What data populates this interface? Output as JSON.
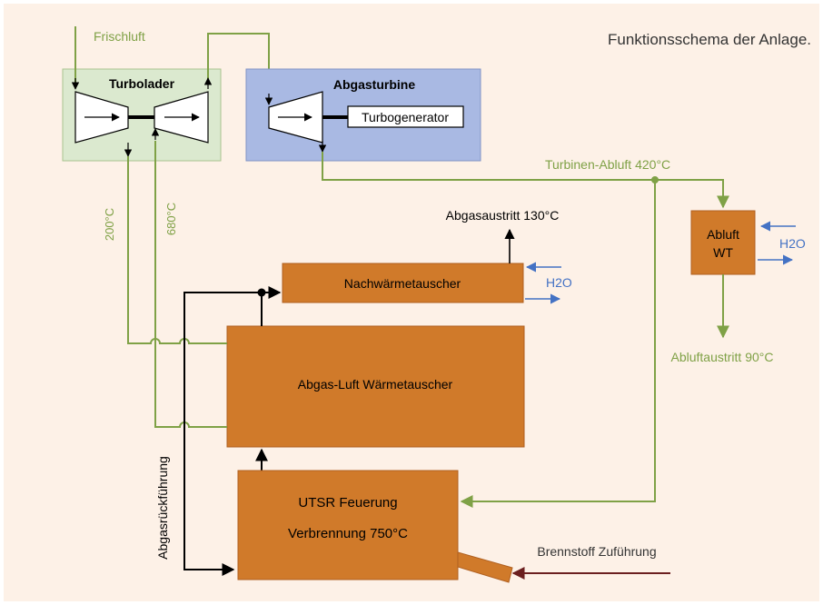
{
  "title": "Funktionsschema der Anlage.",
  "labels": {
    "frischluft": "Frischluft",
    "turbolader": "Turbolader",
    "abgasturbine": "Abgasturbine",
    "turbogenerator": "Turbogenerator",
    "turbinen_abluft": "Turbinen-Abluft 420°C",
    "abluft_wt_line1": "Abluft",
    "abluft_wt_line2": "WT",
    "h2o_right": "H2O",
    "abgasaustritt": "Abgasaustritt 130°C",
    "nachwaermetauscher": "Nachwärmetauscher",
    "h2o_mid": "H2O",
    "temp_200": "200°C",
    "temp_680": "680°C",
    "abgas_luft_wt": "Abgas-Luft Wärmetauscher",
    "abluftaustritt": "Abluftaustritt 90°C",
    "abgasrueckfuehrung": "Abgasrückführung",
    "utsr_line1": "UTSR Feuerung",
    "utsr_line2": "Verbrennung 750°C",
    "brennstoff": "Brennstoff Zuführung"
  },
  "colors": {
    "background": "#fdf1e7",
    "green_line": "#7fa146",
    "blue_line": "#4472c4",
    "brown_line": "#6b1f1f",
    "orange_box": "#d07a2a",
    "orange_box_border": "#b06020",
    "turbolader_box": "#dbe9cf",
    "abgasturbine_box": "#a9b9e3"
  }
}
